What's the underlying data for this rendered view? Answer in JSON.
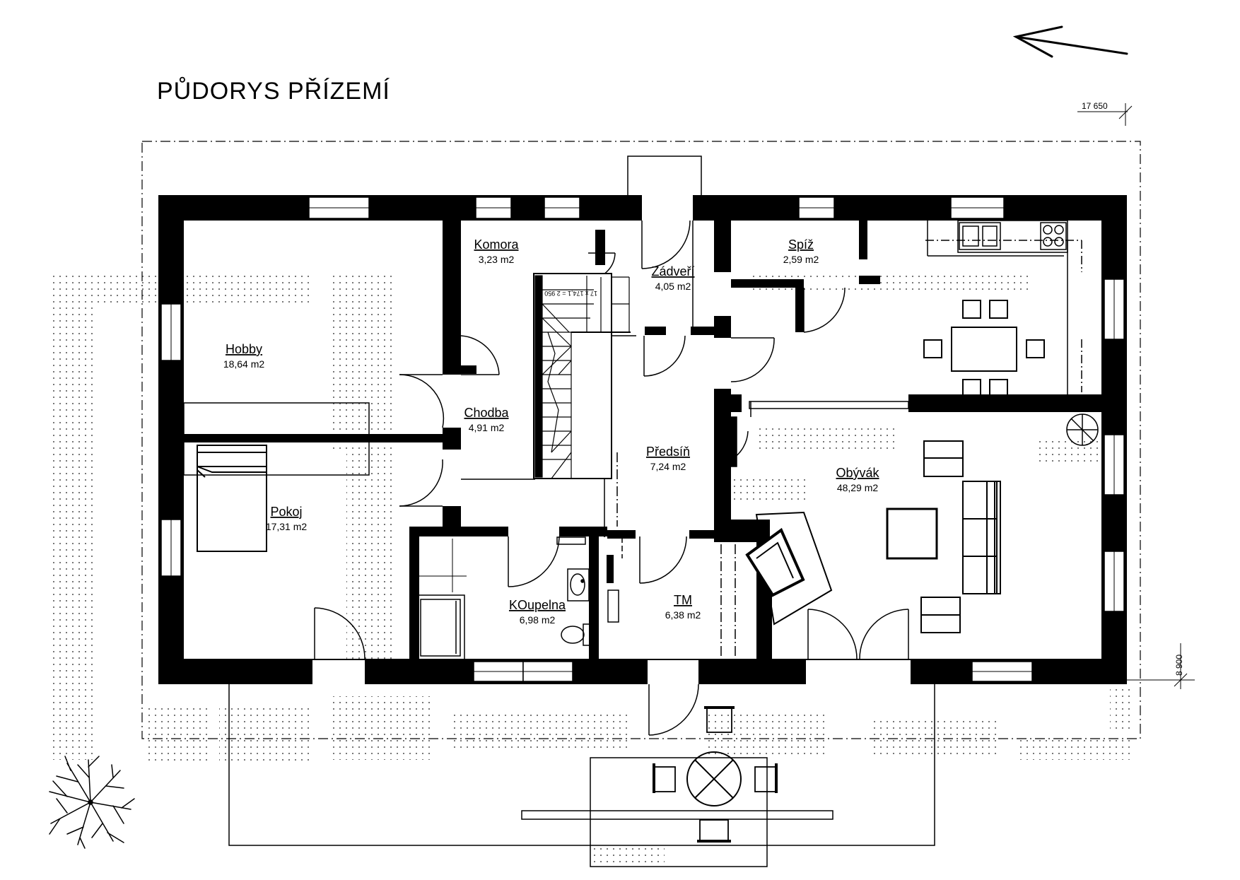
{
  "title": "PŮDORYS  PŘÍZEMÍ",
  "dimensions": {
    "elevation_top": "17 650",
    "elevation_side": "8 900"
  },
  "rooms": [
    {
      "id": "hobby",
      "name": "Hobby",
      "area": "18,64 m2"
    },
    {
      "id": "pokoj",
      "name": "Pokoj",
      "area": "17,31 m2"
    },
    {
      "id": "komora",
      "name": "Komora",
      "area": "3,23 m2"
    },
    {
      "id": "chodba",
      "name": "Chodba",
      "area": "4,91 m2"
    },
    {
      "id": "zadveri",
      "name": "Zádveří",
      "area": "4,05 m2"
    },
    {
      "id": "predsin",
      "name": "Předsíň",
      "area": "7,24 m2"
    },
    {
      "id": "koupelna",
      "name": "KOupelna",
      "area": "6,98 m2"
    },
    {
      "id": "tm",
      "name": "TM",
      "area": "6,38 m2"
    },
    {
      "id": "spiz",
      "name": "Spíž",
      "area": "2,59 m2"
    },
    {
      "id": "obyvak",
      "name": "Obývák",
      "area": "48,29 m2"
    }
  ],
  "stair_label": "17 x 174,1 = 2 950",
  "icons": {
    "north": "north-arrow-icon",
    "tree": "tree-icon",
    "bbq": "grill-icon"
  }
}
